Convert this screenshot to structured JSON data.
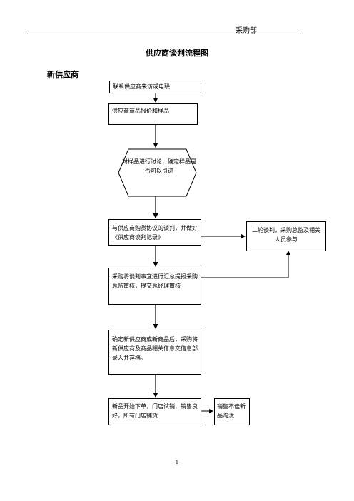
{
  "header": {
    "department": "采购部"
  },
  "title": "供应商谈判流程图",
  "section": "新供应商",
  "flow": {
    "step1": "联系供应商来访或电联",
    "step2": "供应商商品报价和样品",
    "decision": "对样品进行讨论，确定样品是否可以引进",
    "step3": "与供应商购货协议的谈判，并做好《供应商谈判记录》",
    "side_box": "二轮谈判，采购总监及相关人员参与",
    "step4": "采购将谈判事宜进行汇总提报采购总监审核，提交总经理审核",
    "step5": "确定新供应商或新商品后，采购将新供应商及商品相关信息交信息部录入并存档。",
    "step6": "新品开始下单，门店试销，销售良好，所有门店铺货",
    "step7": "销售不佳新品淘汰"
  },
  "footer": {
    "page_number": "1"
  }
}
